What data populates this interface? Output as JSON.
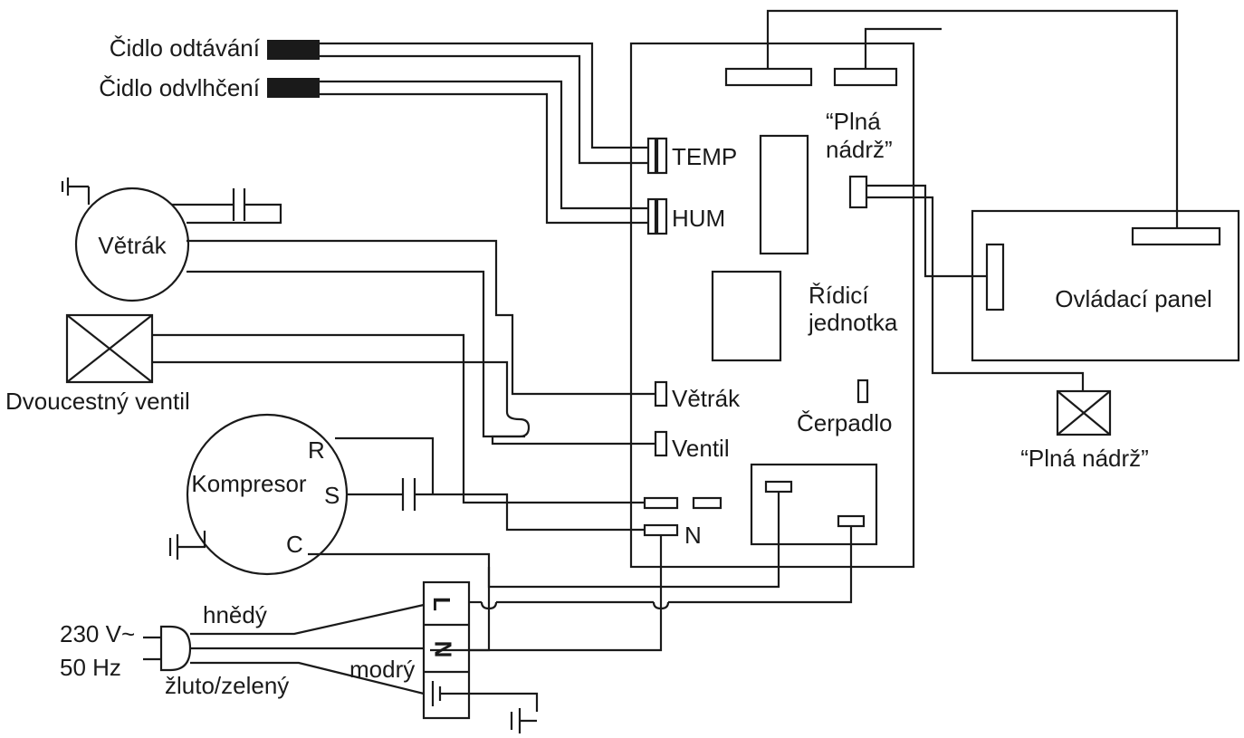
{
  "sensors": {
    "defrost": "Čidlo odtávání",
    "dehumid": "Čidlo odvlhčení"
  },
  "control_unit": {
    "label_line1": "Řídicí",
    "label_line2": "jednotka",
    "temp": "TEMP",
    "hum": "HUM",
    "fan": "Větrák",
    "valve": "Ventil",
    "neutral": "N",
    "pump": "Čerpadlo",
    "full_tank_line1": "“Plná",
    "full_tank_line2": "nádrž”"
  },
  "components": {
    "fan": "Větrák",
    "valve": "Dvoucestný ventil",
    "compressor": "Kompresor",
    "comp_r": "R",
    "comp_s": "S",
    "comp_c": "C",
    "control_panel": "Ovládací panel",
    "full_tank_indicator": "“Plná nádrž”"
  },
  "terminal": {
    "l": "L",
    "n": "N"
  },
  "power": {
    "voltage": "230 V~",
    "frequency": "50 Hz",
    "brown": "hnědý",
    "blue": "modrý",
    "yellow_green": "žluto/zelený"
  }
}
